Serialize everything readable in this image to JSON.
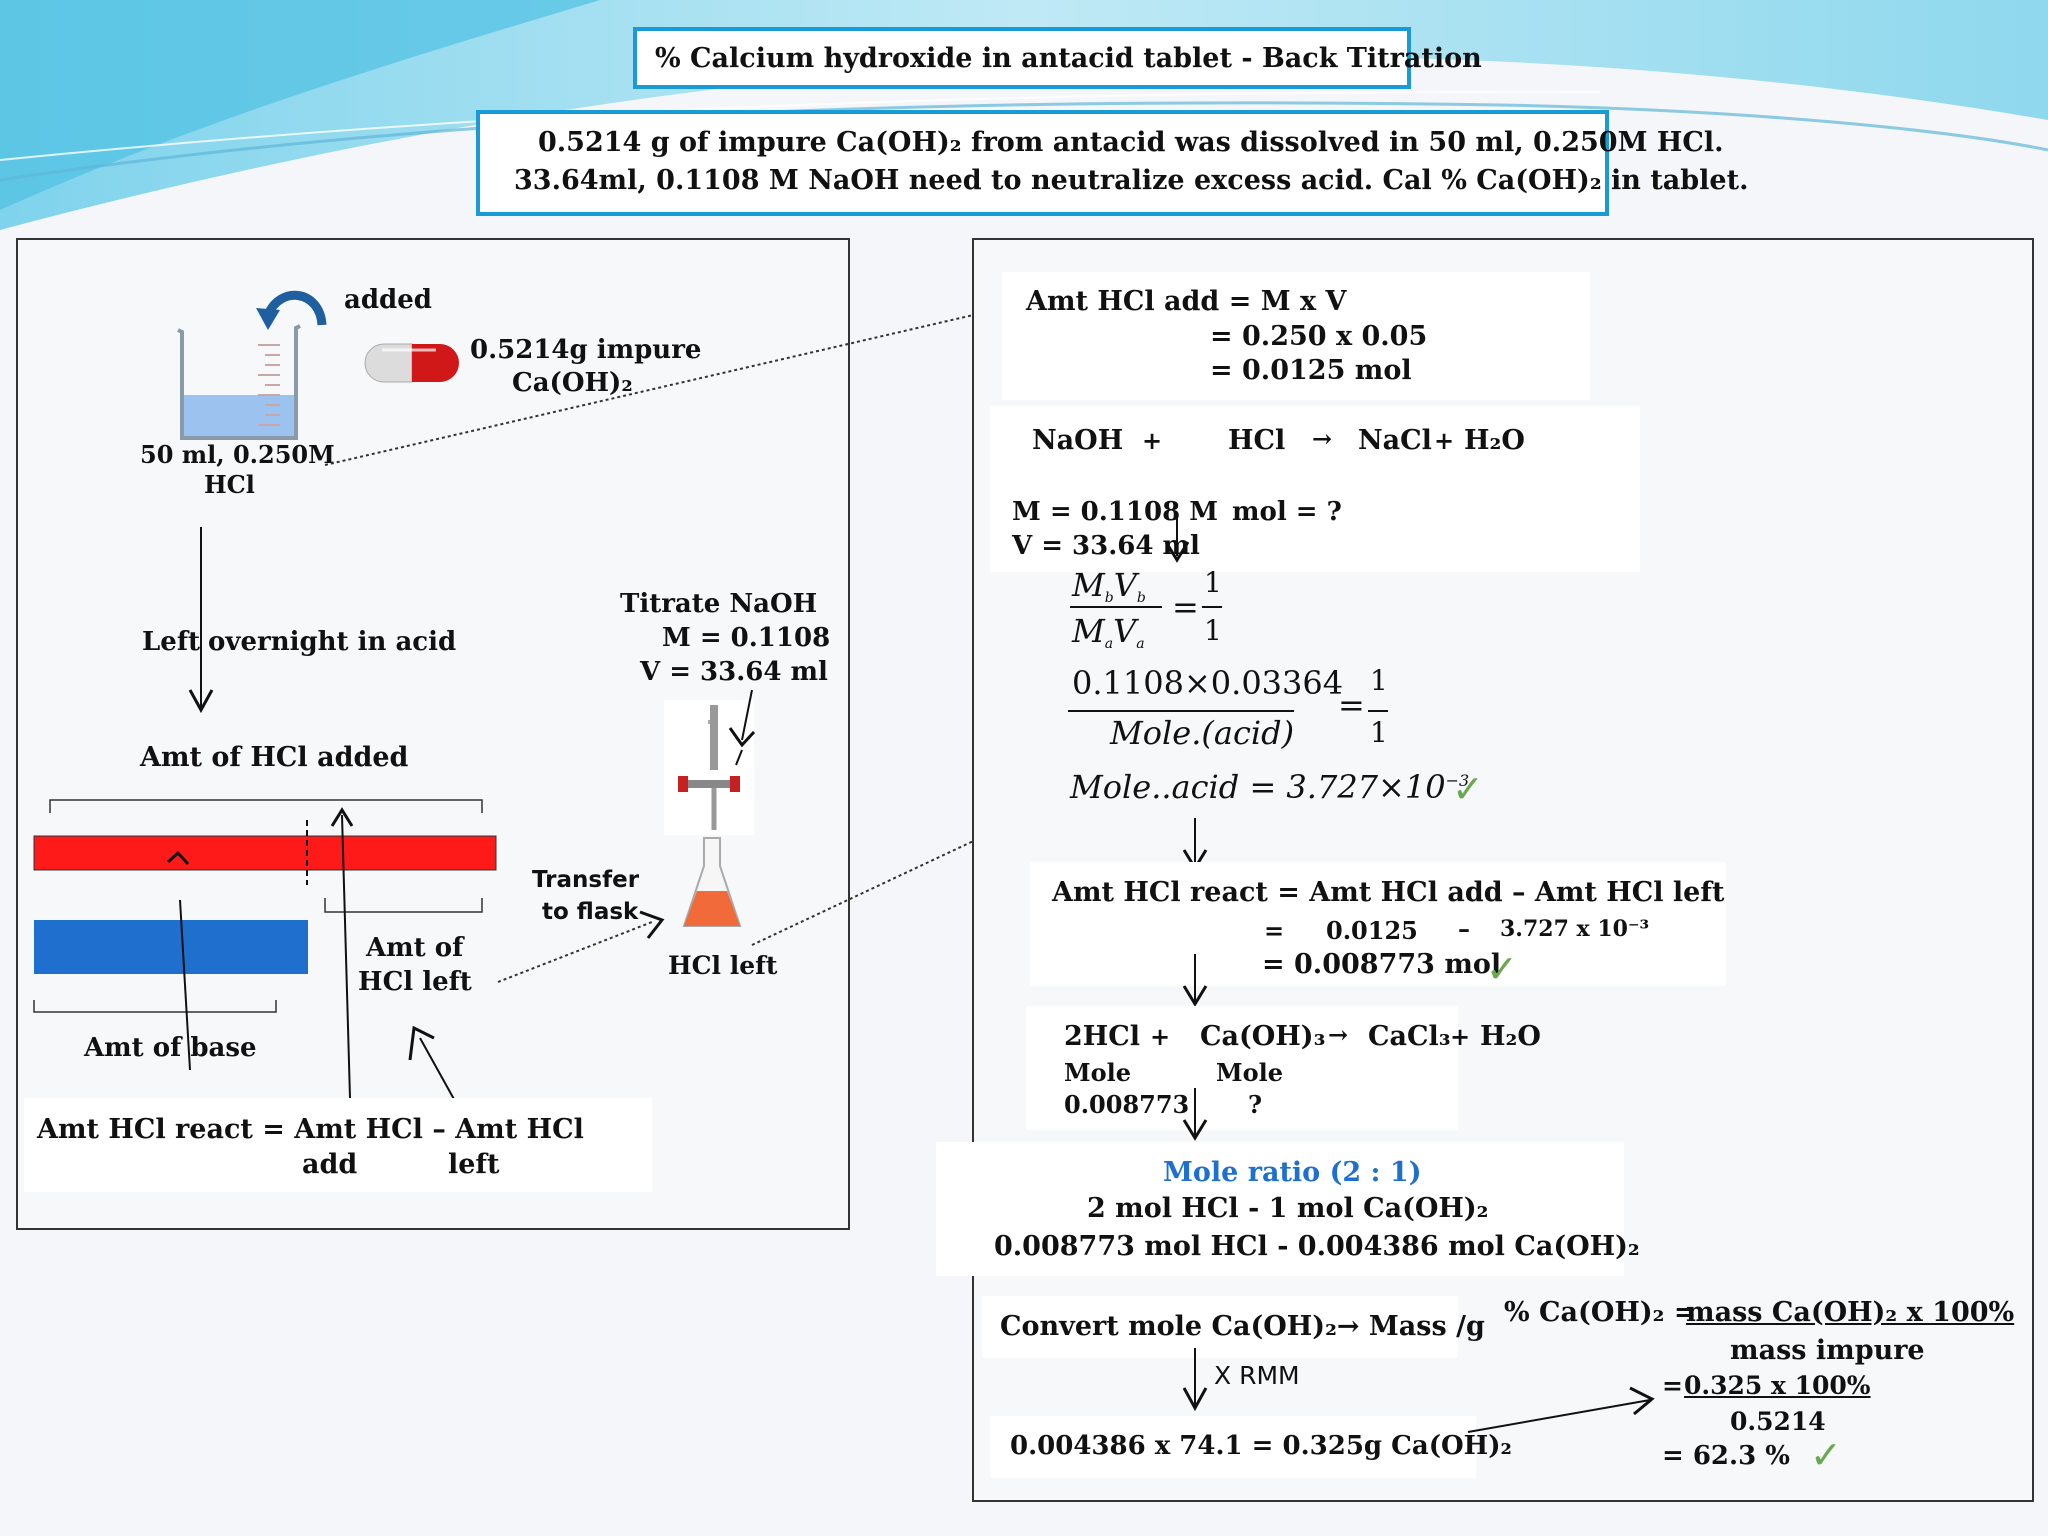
{
  "title": "% Calcium hydroxide in antacid tablet - Back Titration",
  "problem": {
    "line1": "0.5214 g of impure Ca(OH)₂ from antacid was dissolved in 50 ml, 0.250M HCl.",
    "line2": "33.64ml, 0.1108 M NaOH need to neutralize excess acid. Cal % Ca(OH)₂ in tablet."
  },
  "left_panel": {
    "added": "added",
    "tablet_label_1": "0.5214g impure",
    "tablet_label_2": "Ca(OH)₂",
    "beaker_label_1": "50 ml, 0.250M",
    "beaker_label_2": "HCl",
    "left_label": "Left",
    "overnight_label": "overnight in acid",
    "titrate_1": "Titrate  NaOH",
    "titrate_2": "M = 0.1108",
    "titrate_3": "V = 33.64 ml",
    "transfer_1": "Transfer",
    "transfer_2": "to flask",
    "hcl_left": "HCl left",
    "amt_hcl_added": "Amt of HCl added",
    "amt_hcl_left_1": "Amt of",
    "amt_hcl_left_2": "HCl left",
    "amt_base": "Amt of base",
    "react_eq_1": "Amt HCl react = Amt HCl – Amt HCl",
    "react_eq_2_add": "add",
    "react_eq_2_left": "left"
  },
  "right_panel": {
    "step1": {
      "l1": "Amt HCl add = M x V",
      "l2": "= 0.250  x 0.05",
      "l3": "= 0.0125 mol"
    },
    "step2": {
      "naoh": "NaOH",
      "plus1": "+",
      "hcl": "HCl",
      "arrow": "→",
      "nacl": "NaCl",
      "plus2": "+",
      "water": "H₂O",
      "m": "M = 0.1108 M",
      "v": "V = 33.64 ml",
      "mol": "mol = ?"
    },
    "formula": {
      "num": "MbVb",
      "den": "MaVa",
      "ratio_num": "1",
      "ratio_den": "1",
      "calc_num": "0.1108×0.03364",
      "calc_den": "Mole.(acid)",
      "result": "Mole..acid = 3.727×10",
      "exp": "−3"
    },
    "step3": {
      "l1": "Amt HCl react  = Amt HCl add – Amt HCl left",
      "eq": "=",
      "v1": "0.0125",
      "minus": "–",
      "v2": "3.727 x 10⁻³",
      "l3": "= 0.008773 mol"
    },
    "step4": {
      "hcl2": "2HCl",
      "plus": "+",
      "caoh": "Ca(OH)₃",
      "arrow": "→",
      "cacl": "CaCl₃",
      "plus2": "+",
      "water": "H₂O",
      "mole_a": "Mole",
      "mole_b": "Mole",
      "val": "0.008773",
      "q": "?"
    },
    "step5": {
      "ratio": "Mole ratio (2 : 1)",
      "l2": "2 mol HCl  -  1 mol Ca(OH)₂",
      "l3": "0.008773 mol HCl   -  0.004386 mol Ca(OH)₂"
    },
    "step6": {
      "convert": "Convert mole Ca(OH)₂→  Mass /g",
      "rmm": "X RMM",
      "result": "0.004386 x 74.1 = 0.325g Ca(OH)₂"
    },
    "step7": {
      "l1_a": "% Ca(OH)₂  =",
      "l1_b": "mass Ca(OH)₂ x 100%",
      "l2": "mass impure",
      "l3_a": "=",
      "l3_b": "0.325  x 100%",
      "l4": "0.5214",
      "l5": "=  62.3 %"
    }
  },
  "colors": {
    "accent": "#1a9ad6",
    "red_bar": "#ff1a1a",
    "blue_bar": "#1f6fcf",
    "check": "#6aa84f",
    "mole_ratio": "#1f6fcf"
  }
}
